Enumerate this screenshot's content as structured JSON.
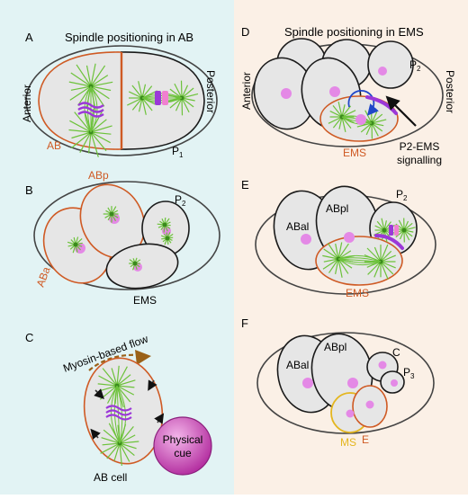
{
  "colors": {
    "left_bg": "#e2f3f4",
    "right_bg": "#fbf0e6",
    "cell_fill": "#e6e6e6",
    "outline": "#1a1a1a",
    "orange": "#cf5a24",
    "pink": "#f3a8d8",
    "nucleus": "#e489e6",
    "spindle": "#6cc23a",
    "purple": "#9b38d8",
    "blue": "#1f47c9",
    "brown": "#9a6118",
    "yellow": "#e4b61f"
  },
  "panels": {
    "A": {
      "letter": "A",
      "title": "Spindle positioning in AB",
      "anterior": "Anterior",
      "posterior": "Posterior",
      "ab": "AB",
      "p1": "P",
      "p1_sub": "1"
    },
    "B": {
      "letter": "B",
      "abp": "ABp",
      "aba": "ABa",
      "p2": "P",
      "p2_sub": "2",
      "ems": "EMS"
    },
    "C": {
      "letter": "C",
      "flow": "Myosin-based flow",
      "ab_cell": "AB cell",
      "cue_line1": "Physical",
      "cue_line2": "cue"
    },
    "D": {
      "letter": "D",
      "title": "Spindle positioning in EMS",
      "anterior": "Anterior",
      "posterior": "Posterior",
      "p2": "P",
      "p2_sub": "2",
      "ems": "EMS",
      "signal_line1": "P2-EMS",
      "signal_line2": "signalling"
    },
    "E": {
      "letter": "E",
      "abal": "ABal",
      "abpl": "ABpl",
      "p2": "P",
      "p2_sub": "2",
      "ems": "EMS"
    },
    "F": {
      "letter": "F",
      "abal": "ABal",
      "abpl": "ABpl",
      "c": "C",
      "p3": "P",
      "p3_sub": "3",
      "ms": "MS",
      "e": "E"
    }
  }
}
